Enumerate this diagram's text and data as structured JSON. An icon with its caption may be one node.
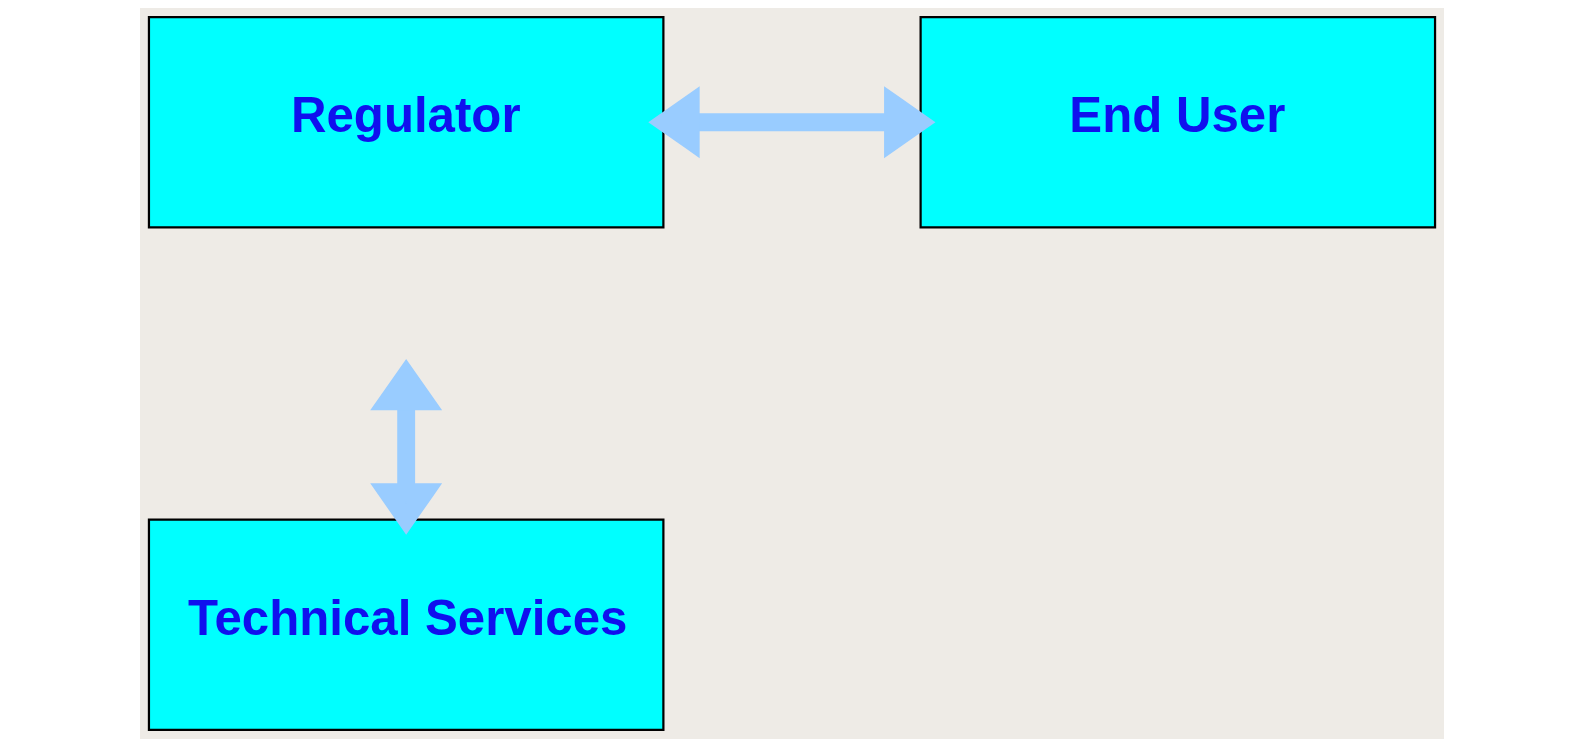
{
  "diagram": {
    "nodes": [
      {
        "text": [
          "Regulator"
        ]
      },
      {
        "text": [
          "End User"
        ]
      },
      {
        "text": [
          "Technical Services"
        ]
      }
    ],
    "edges": [
      {
        "from": 0,
        "to": 1,
        "arrow": "both"
      },
      {
        "from": null,
        "to": 2,
        "arrow": "both"
      }
    ]
  }
}
